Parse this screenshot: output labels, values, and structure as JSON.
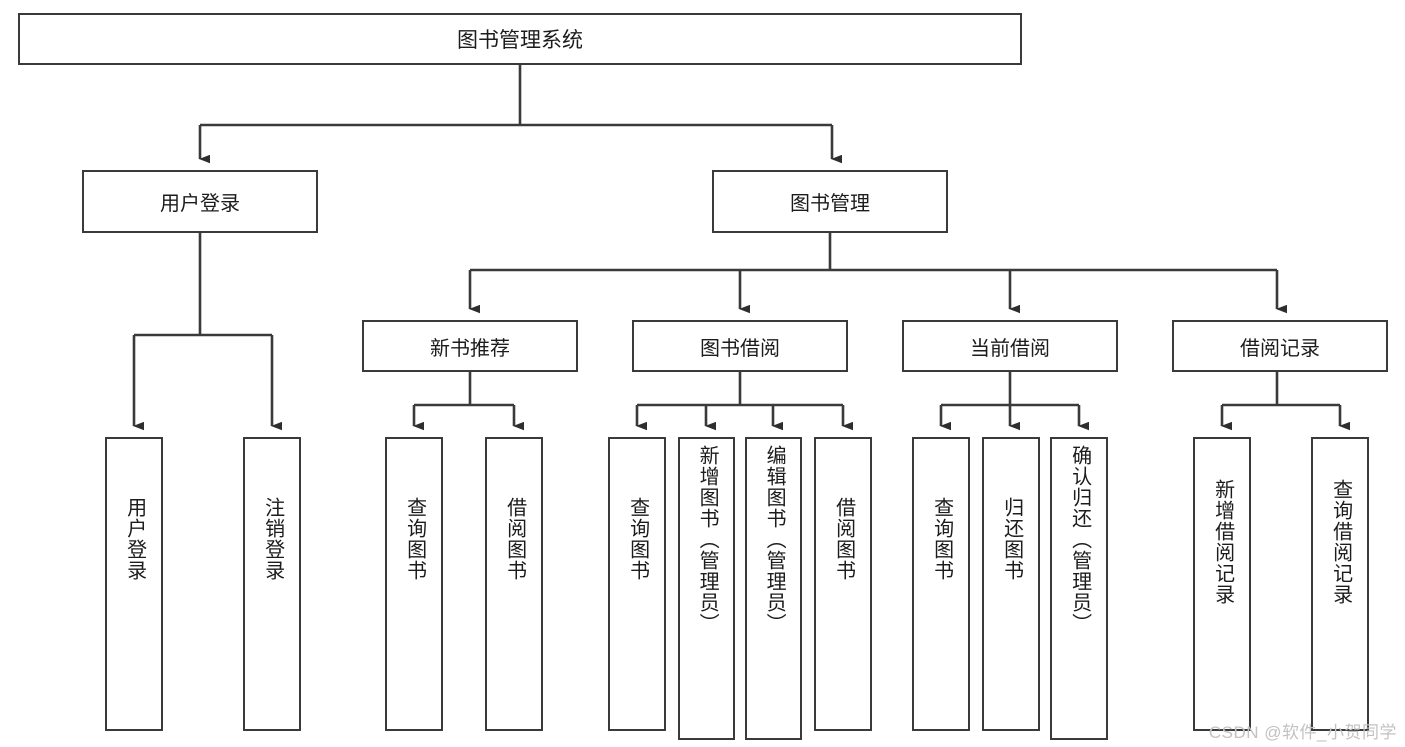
{
  "diagram": {
    "title": "图书管理系统",
    "type": "hierarchy-tree",
    "root": {
      "label": "图书管理系统"
    },
    "level1": [
      {
        "label": "用户登录"
      },
      {
        "label": "图书管理"
      }
    ],
    "level2": [
      {
        "label": "新书推荐"
      },
      {
        "label": "图书借阅"
      },
      {
        "label": "当前借阅"
      },
      {
        "label": "借阅记录"
      }
    ],
    "leaves": {
      "user_login": [
        {
          "label": "用户登录"
        },
        {
          "label": "注销登录"
        }
      ],
      "new_book_recommend": [
        {
          "label": "查询图书"
        },
        {
          "label": "借阅图书"
        }
      ],
      "book_borrow": [
        {
          "label": "查询图书"
        },
        {
          "label": "新增图书（管理员）"
        },
        {
          "label": "编辑图书（管理员）"
        },
        {
          "label": "借阅图书"
        }
      ],
      "current_borrow": [
        {
          "label": "查询图书"
        },
        {
          "label": "归还图书"
        },
        {
          "label": "确认归还（管理员）"
        }
      ],
      "borrow_record": [
        {
          "label": "新增借阅记录"
        },
        {
          "label": "查询借阅记录"
        }
      ]
    }
  },
  "watermark": {
    "text": "CSDN @软件_小贺同学"
  },
  "colors": {
    "stroke": "#3a3a3a",
    "text": "#1c1c1c",
    "background": "#ffffff",
    "watermark": "#c2c2c2"
  }
}
